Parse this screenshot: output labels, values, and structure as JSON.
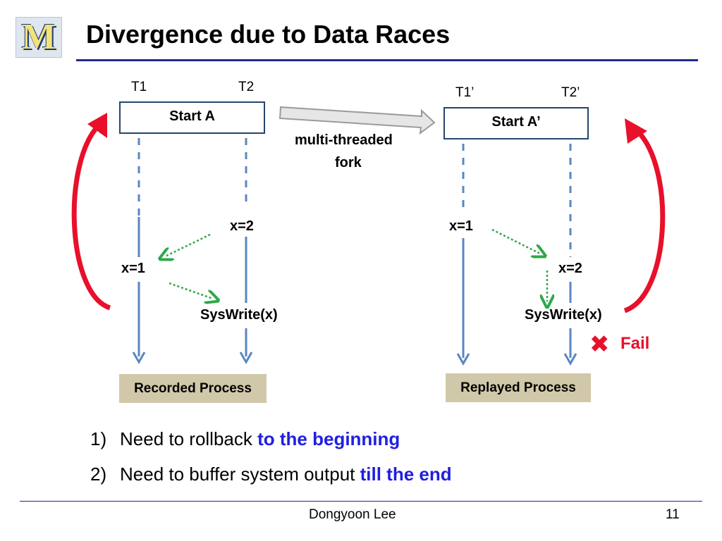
{
  "logo": {
    "letter": "M"
  },
  "title": "Divergence due to Data Races",
  "recorded": {
    "thread1": "T1",
    "thread2": "T2",
    "start": "Start A",
    "write_t2": "x=2",
    "write_t1": "x=1",
    "syswrite": "SysWrite(x)",
    "process": "Recorded Process"
  },
  "fork": {
    "line1": "multi-threaded",
    "line2": "fork"
  },
  "replayed": {
    "thread1": "T1’",
    "thread2": "T2’",
    "start": "Start A’",
    "write_t1": "x=1",
    "write_t2": "x=2",
    "syswrite": "SysWrite(x)",
    "process": "Replayed Process",
    "fail": "Fail"
  },
  "bullets": [
    {
      "num": "1)",
      "text": "Need to rollback ",
      "highlight": "to the beginning"
    },
    {
      "num": "2)",
      "text": "Need to buffer system output ",
      "highlight": "till the end"
    }
  ],
  "footer": {
    "author": "Dongyoon Lee",
    "page": "11"
  },
  "colors": {
    "title_rule": "#1f2a8c",
    "highlight": "#1f1fe0",
    "fail": "#e8102a",
    "rollback_arrow": "#e8102a",
    "dep_arrow": "#2ea84a",
    "thread_line": "#5a86c0"
  }
}
